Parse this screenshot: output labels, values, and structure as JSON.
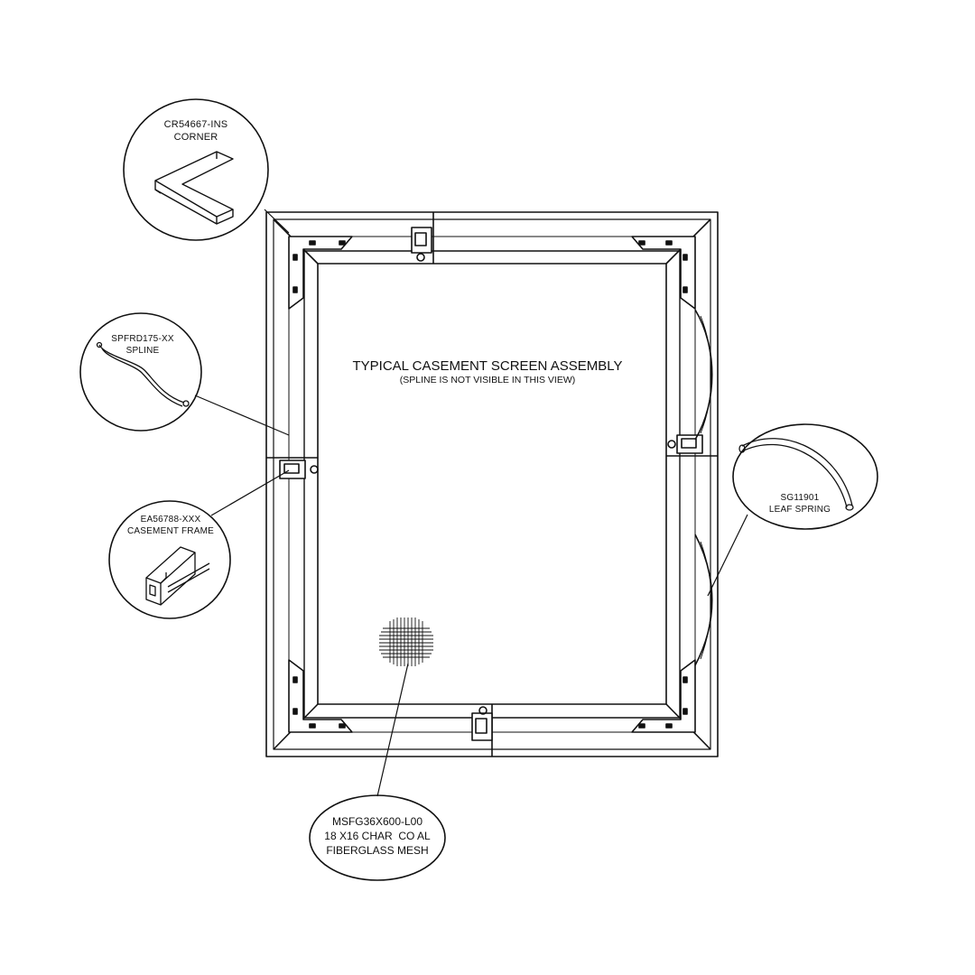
{
  "title": "TYPICAL CASEMENT SCREEN ASSEMBLY",
  "subtitle": "(SPLINE IS NOT VISIBLE IN THIS VIEW)",
  "callouts": {
    "corner": {
      "part": "CR54667-INS",
      "name": "CORNER"
    },
    "spline": {
      "part": "SPFRD175-XX",
      "name": "SPLINE"
    },
    "frame": {
      "part": "EA56788-XXX",
      "name": "CASEMENT FRAME"
    },
    "leaf_spring": {
      "part": "SG11901",
      "name": "LEAF SPRING"
    },
    "mesh": {
      "part": "MSFG36X600-L00",
      "line2": "18 X16 CHAR  CO AL",
      "line3": "FIBERGLASS MESH"
    }
  },
  "colors": {
    "line": "#111111",
    "background": "#ffffff"
  }
}
